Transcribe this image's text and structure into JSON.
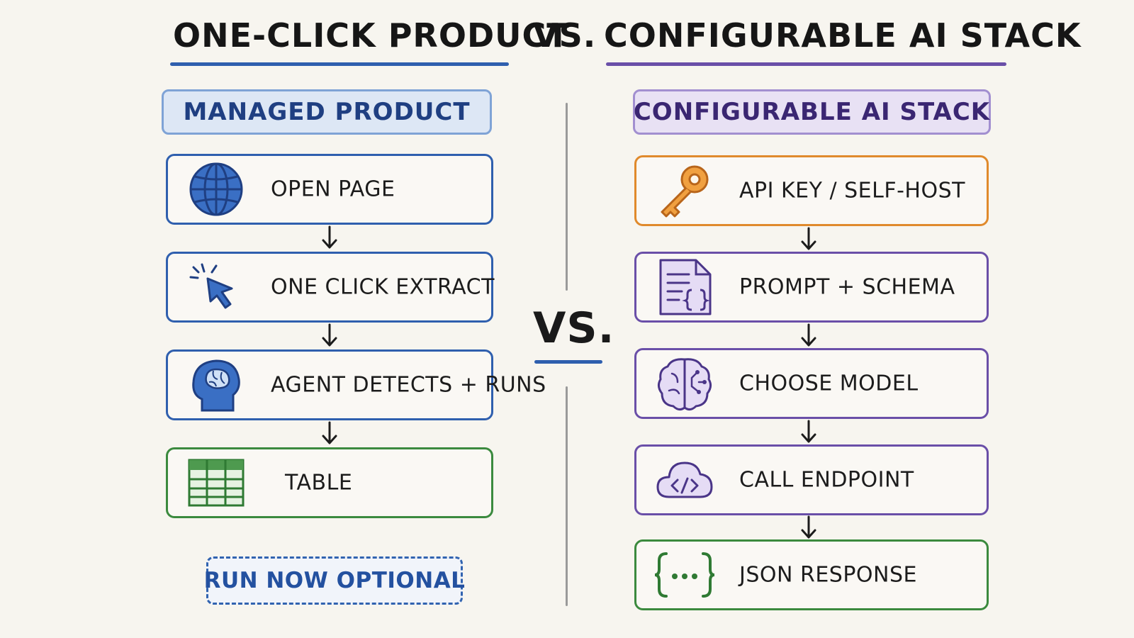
{
  "title": {
    "left": "ONE-CLICK PRODUCT",
    "vs": "VS.",
    "right": "CONFIGURABLE AI STACK"
  },
  "center_vs": "VS.",
  "colors": {
    "blue": "#2f5fae",
    "purple": "#6a4fa8",
    "orange": "#e08a2c",
    "green": "#3b8a3e"
  },
  "left": {
    "header": "MANAGED PRODUCT",
    "steps": [
      {
        "label": "OPEN PAGE",
        "icon": "globe-icon"
      },
      {
        "label": "ONE CLICK EXTRACT",
        "icon": "cursor-click-icon"
      },
      {
        "label": "AGENT DETECTS + RUNS",
        "icon": "brain-head-icon"
      },
      {
        "label": "TABLE",
        "icon": "table-icon"
      }
    ],
    "note": "RUN NOW OPTIONAL"
  },
  "right": {
    "header": "CONFIGURABLE AI STACK",
    "steps": [
      {
        "label": "API KEY / SELF-HOST",
        "icon": "key-icon"
      },
      {
        "label": "PROMPT + SCHEMA",
        "icon": "document-schema-icon"
      },
      {
        "label": "CHOOSE MODEL",
        "icon": "brain-circuit-icon"
      },
      {
        "label": "CALL ENDPOINT",
        "icon": "cloud-code-icon"
      },
      {
        "label": "JSON RESPONSE",
        "icon": "json-braces-icon"
      }
    ]
  }
}
